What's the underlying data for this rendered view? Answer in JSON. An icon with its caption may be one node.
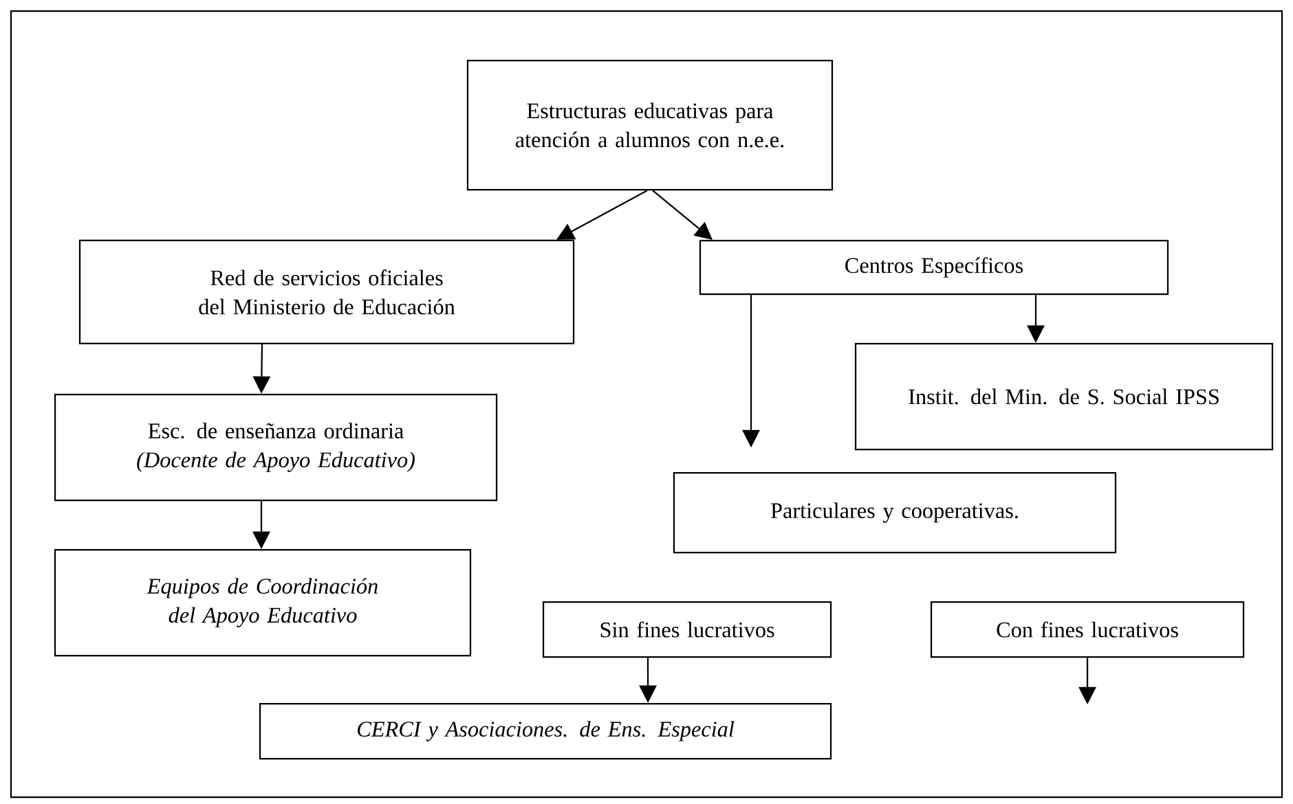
{
  "diagram": {
    "nodes": [
      {
        "text": [
          "Estructuras educativas para atención a alumnos con n.e.e."
        ]
      },
      {
        "text": [
          "Red de servicios oficiales del Ministerio de Educación"
        ]
      },
      {
        "text": [
          "Centros Específicos"
        ]
      },
      {
        "text": [
          "Instit. del Min. de S. Social IPSS"
        ]
      },
      {
        "text": [
          "Esc. de enseñanza ordinaria",
          "(Docente de Apoyo Educativo)"
        ]
      },
      {
        "text": [
          "Equipos de Coordinación del Apoyo Educativo"
        ]
      },
      {
        "text": [
          "Particulares y cooperativas."
        ]
      },
      {
        "text": [
          "Sin fines lucrativos"
        ]
      },
      {
        "text": [
          "Con fines lucrativos"
        ]
      },
      {
        "text": [
          "CERCI y Asociaciones. de Ens. Especial"
        ]
      }
    ],
    "edges": [
      {
        "from": 0,
        "to": 1,
        "arrow": "to"
      },
      {
        "from": 0,
        "to": 2,
        "arrow": "to"
      },
      {
        "from": 1,
        "to": 4,
        "arrow": "to"
      },
      {
        "from": 2,
        "to": 3,
        "arrow": "to"
      },
      {
        "from": 2,
        "to": null,
        "arrow": "to"
      },
      {
        "from": 4,
        "to": 5,
        "arrow": "to"
      },
      {
        "from": 7,
        "to": 9,
        "arrow": "to"
      },
      {
        "from": 8,
        "to": null,
        "arrow": "to"
      }
    ]
  }
}
